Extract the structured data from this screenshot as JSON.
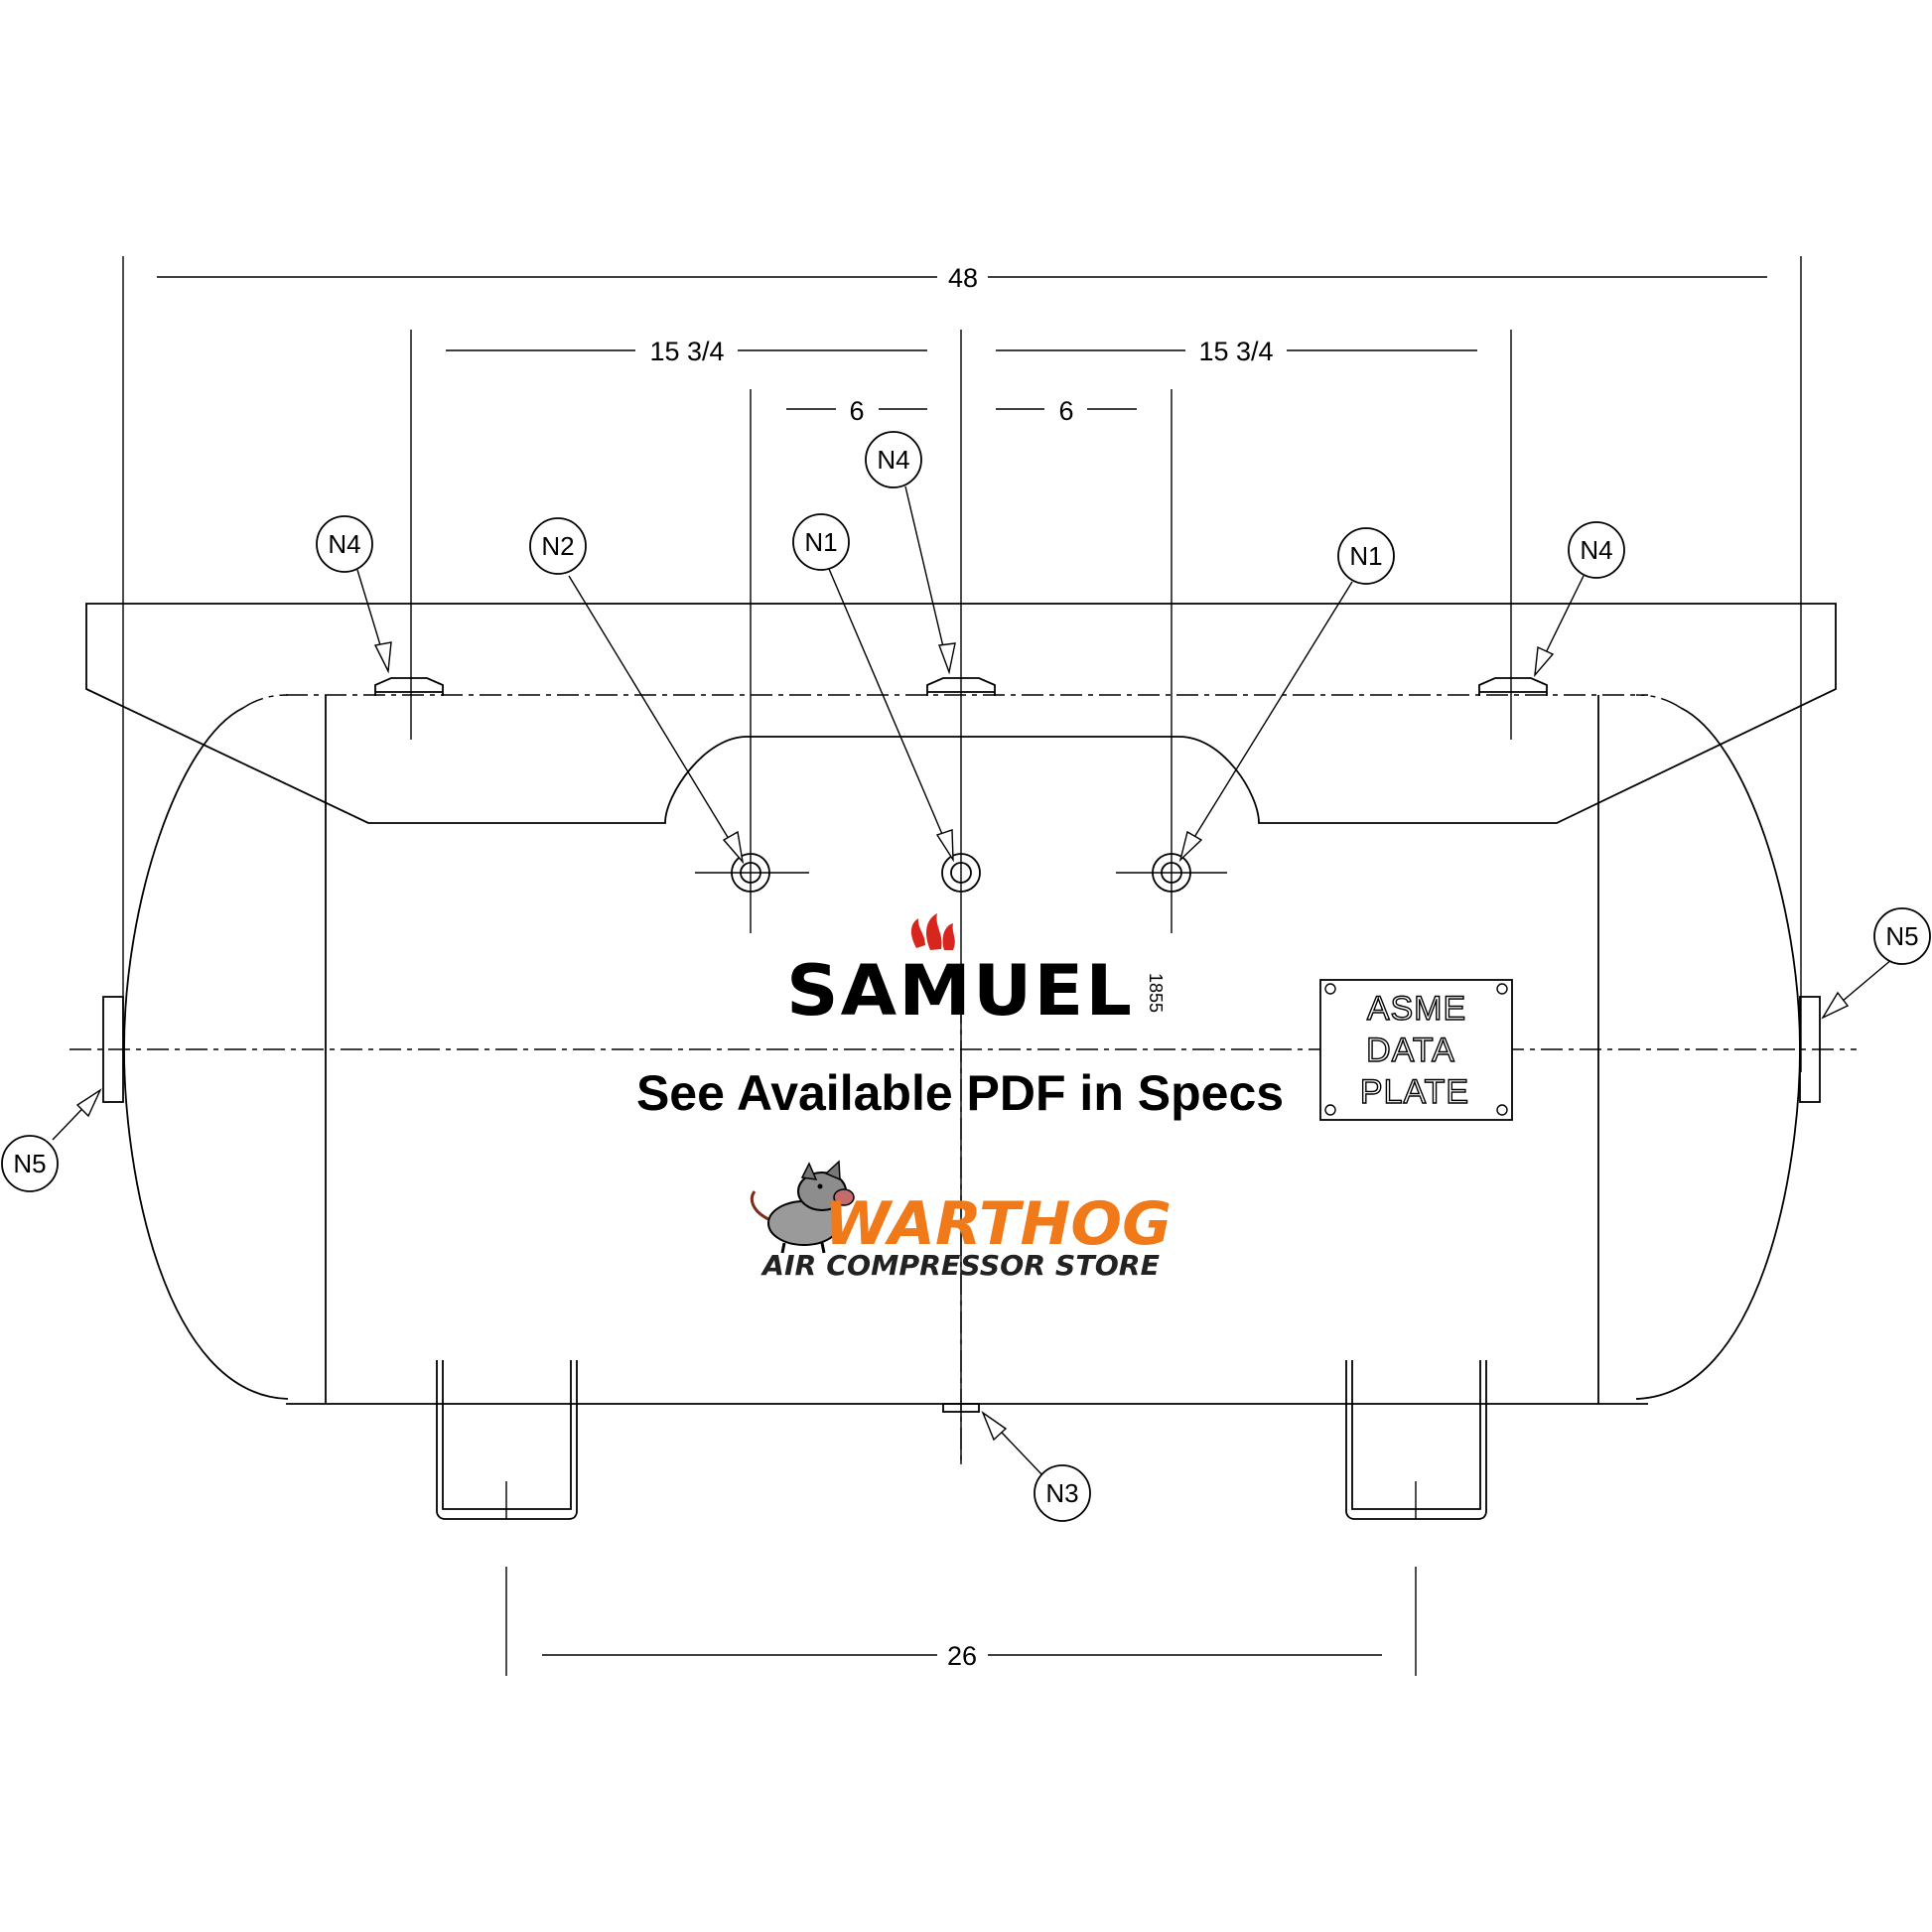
{
  "dimensions": {
    "overall": "48",
    "top_left_offset": "15 3/4",
    "top_right_offset": "15 3/4",
    "inner_left": "6",
    "inner_right": "6",
    "saddle_spacing": "26"
  },
  "callouts": {
    "n4_left": "N4",
    "n2": "N2",
    "n1_left": "N1",
    "n4_center": "N4",
    "n1_right": "N1",
    "n4_right": "N4",
    "n5_right": "N5",
    "n5_left": "N5",
    "n3": "N3"
  },
  "data_plate": {
    "line1": "ASME",
    "line2": "DATA",
    "line3": "PLATE"
  },
  "note": "See Available PDF in Specs",
  "brand": {
    "samuel": "SAMUEL",
    "samuel_year": "1855",
    "warthog": "WARTHOG",
    "warthog_sub": "AIR COMPRESSOR STORE"
  },
  "colors": {
    "line": "#000000",
    "samuel_flame": "#d7261e",
    "warthog_orange": "#f07a1a"
  }
}
